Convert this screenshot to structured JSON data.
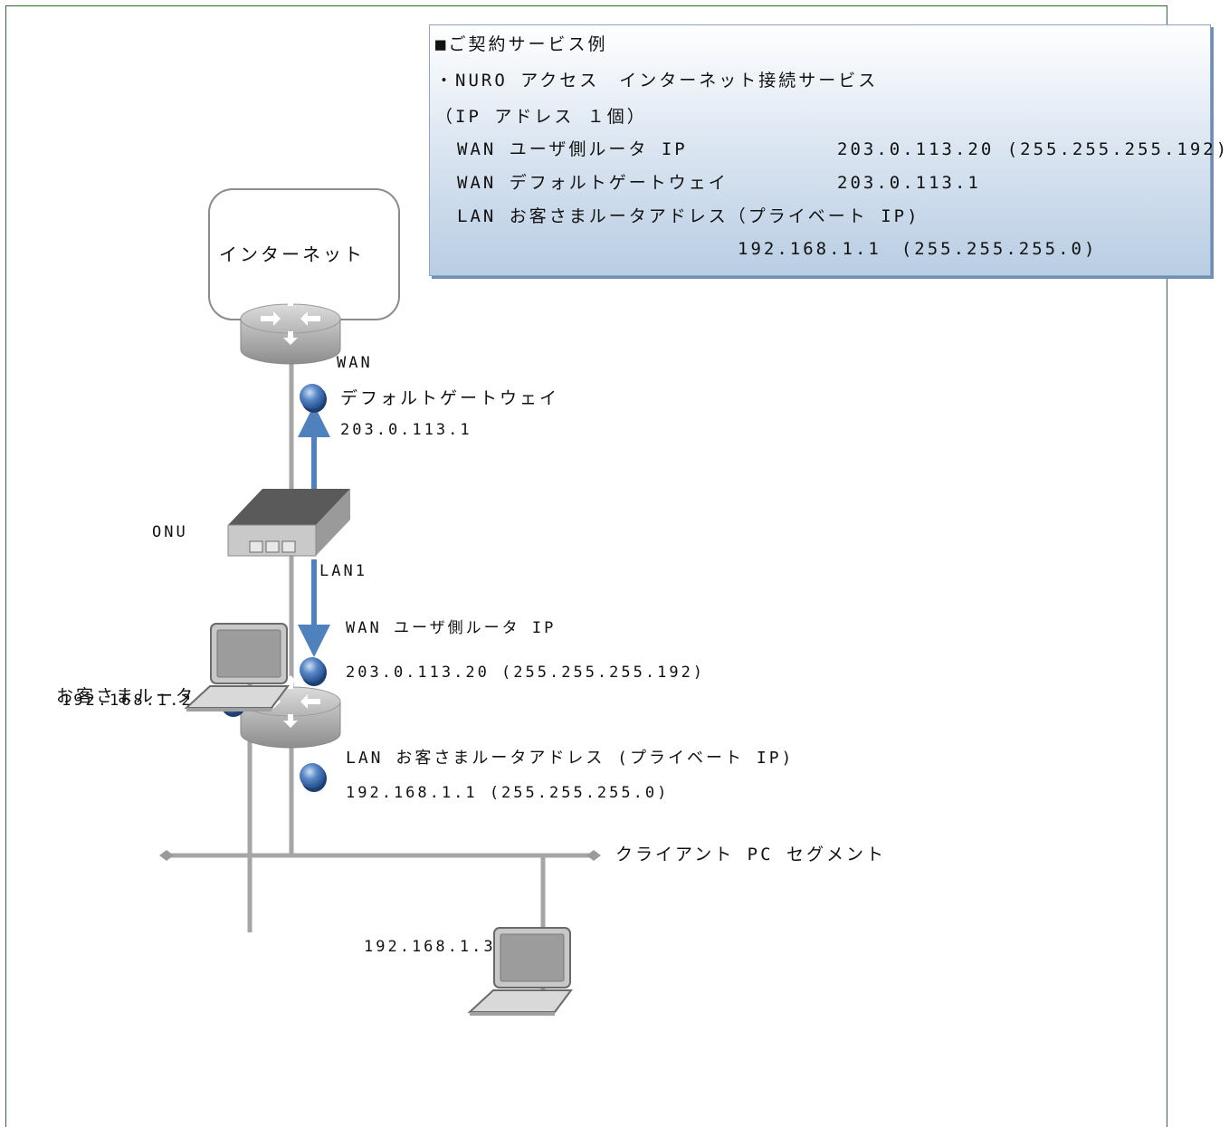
{
  "infobox": {
    "heading": "■ご契約サービス例",
    "service_line": "・NURO アクセス　インターネット接続サービス",
    "ip_count": "（IP アドレス １個）",
    "wan_router_ip_label": "WAN ユーザ側ルータ IP",
    "wan_router_ip_value": "203.0.113.20 (255.255.255.192)",
    "wan_gateway_label": "WAN デフォルトゲートウェイ",
    "wan_gateway_value": "203.0.113.1",
    "lan_address_label": "LAN お客さまルータアドレス（プライベート IP)",
    "lan_address_value": "192.168.1.1　(255.255.255.0)"
  },
  "cloud_label": "インターネット",
  "internet_router": {
    "wan_label": "WAN",
    "gateway_label": "デフォルトゲートウェイ",
    "gateway_ip": "203.0.113.1"
  },
  "onu": {
    "label": "ONU",
    "port_label": "LAN1"
  },
  "customer_router": {
    "label": "お客さまルータ",
    "wan_ip_label": "WAN ユーザ側ルータ IP",
    "wan_ip_value": "203.0.113.20 (255.255.255.192)",
    "lan_label": "LAN お客さまルータアドレス (プライベート IP)",
    "lan_value": "192.168.1.1 (255.255.255.0)"
  },
  "segment_label": "クライアント PC セグメント",
  "pcs": [
    {
      "ip": "192.168.1.2"
    },
    {
      "ip": "192.168.1.3"
    }
  ],
  "colors": {
    "frame": "#2f6b2f",
    "arrow": "#4f81bd",
    "node": "#3f6fb0",
    "line": "#a6a6a6"
  }
}
